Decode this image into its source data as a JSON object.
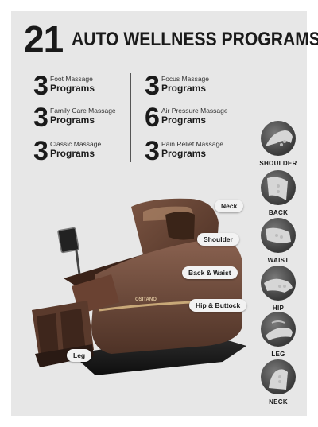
{
  "headline": {
    "number": "21",
    "text": "AUTO WELLNESS PROGRAMS"
  },
  "programs": [
    {
      "count": "3",
      "name": "Foot Massage",
      "suffix": "Programs"
    },
    {
      "count": "3",
      "name": "Family Care Massage",
      "suffix": "Programs"
    },
    {
      "count": "3",
      "name": "Classic Massage",
      "suffix": "Programs"
    },
    {
      "count": "3",
      "name": "Focus Massage",
      "suffix": "Programs"
    },
    {
      "count": "6",
      "name": "Air Pressure Massage",
      "suffix": "Programs"
    },
    {
      "count": "3",
      "name": "Pain Relief Massage",
      "suffix": "Programs"
    }
  ],
  "callouts": {
    "neck": "Neck",
    "shoulder": "Shoulder",
    "back_waist": "Back & Waist",
    "hip_buttock": "Hip & Buttock",
    "leg": "Leg"
  },
  "side_labels": [
    "SHOULDER",
    "BACK",
    "WAIST",
    "HIP",
    "LEG",
    "NECK"
  ],
  "chair_brand": "OSITANO",
  "colors": {
    "panel": "#e7e7e7",
    "chair_brown": "#5a3a2c",
    "chair_dark": "#2a1a14",
    "gold_trim": "#c8a878",
    "icon_circle": "#3a3a3a"
  }
}
